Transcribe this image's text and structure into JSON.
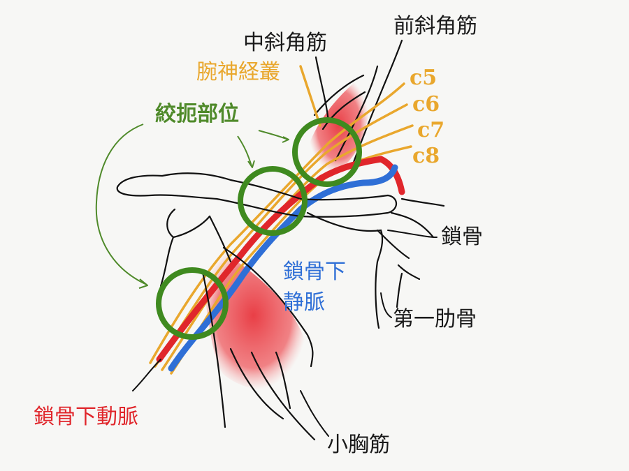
{
  "labels": {
    "middle_scalene": "中斜角筋",
    "anterior_scalene": "前斜角筋",
    "brachial_plexus": "腕神経叢",
    "compression_sites": "絞扼部位",
    "clavicle": "鎖骨",
    "subclavian_vein_line1": "鎖骨下",
    "subclavian_vein_line2": "静脈",
    "first_rib": "第一肋骨",
    "subclavian_artery": "鎖骨下動脈",
    "pectoralis_minor": "小胸筋"
  },
  "nerve_roots": [
    "c5",
    "c6",
    "c7",
    "c8"
  ],
  "colors": {
    "nerve": "#e9a72d",
    "artery": "#e0262b",
    "vein": "#2f6fd6",
    "muscle": "#e8353d",
    "compression_ring": "#3f8a1f",
    "outline": "#111111"
  }
}
